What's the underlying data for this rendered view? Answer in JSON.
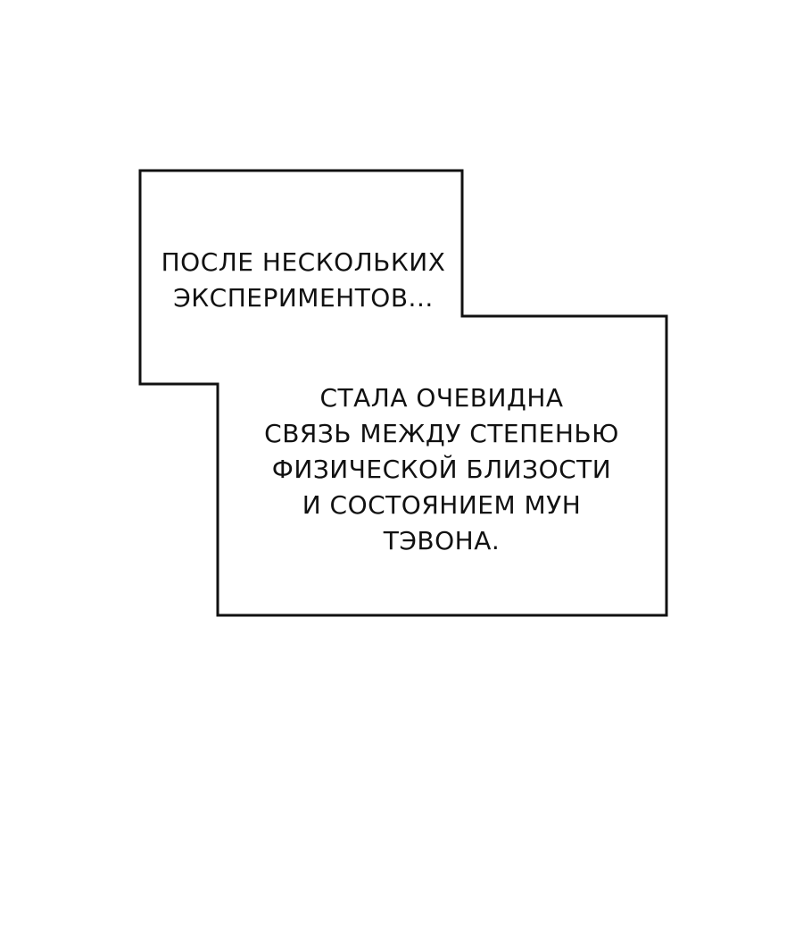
{
  "captions": [
    {
      "lines": [
        "После нескольких",
        "экспериментов..."
      ]
    },
    {
      "lines": [
        "Стала очевидна",
        "связь между степенью",
        "физической близости",
        "и состоянием Мун",
        "Тэвона."
      ]
    }
  ],
  "colors": {
    "background": "#ffffff",
    "border": "#111111",
    "text": "#111111"
  }
}
